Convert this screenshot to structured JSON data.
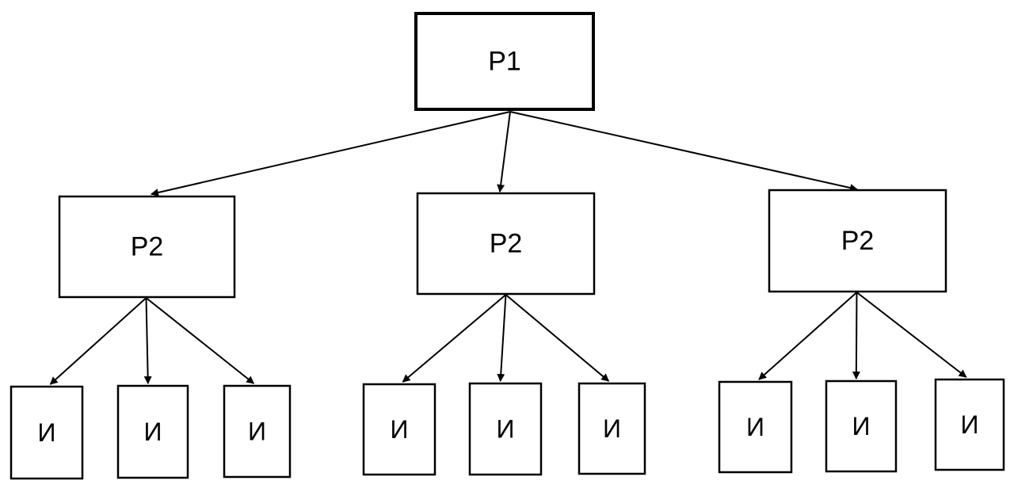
{
  "diagram": {
    "root": {
      "label": "P1"
    },
    "level2": [
      {
        "label": "P2",
        "children": [
          "И",
          "И",
          "И"
        ]
      },
      {
        "label": "P2",
        "children": [
          "И",
          "И",
          "И"
        ]
      },
      {
        "label": "P2",
        "children": [
          "И",
          "И",
          "И"
        ]
      }
    ],
    "colors": {
      "stroke": "#000000",
      "fill": "#ffffff",
      "background": "#ffffff"
    }
  }
}
